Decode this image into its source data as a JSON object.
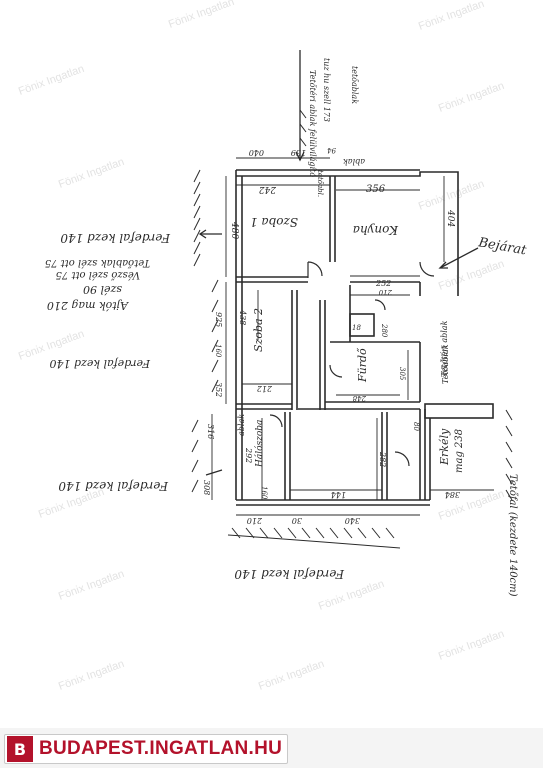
{
  "watermark_text": "Fönix Ingatlan",
  "site_logo": {
    "text": "BUDAPEST.INGATLAN.HU",
    "mark": "B",
    "color": "#b3122b"
  },
  "ink_color": "#2b2b2b",
  "rooms": {
    "szoba1": "Szoba 1",
    "konyha": "Konyha",
    "szoba2": "Szoba 2",
    "furdo": "Fürdő",
    "halo": "Hálószoba",
    "erkely": "Erkély",
    "erkely_height": "mag 238"
  },
  "labels": {
    "bejarat": "Bejárat",
    "ablak_top": "ablak",
    "ablak_left": "ablak",
    "fenyes_top": "Tetőtéri ablak felülvilágító",
    "fenyes_side": "Tetőtéri ablak",
    "tetoabl": "Tetőablak",
    "tetoabl2": "tetőabl.",
    "right_note": "Tetőfal (kezdete 140cm)",
    "top_note": "tuz hu szell 173",
    "top_note2": "tetőablak"
  },
  "notes_left": [
    "Ferdefal kezd 140",
    "Ajtók mag 210",
    "szél 90",
    "Vésző szél ott 75",
    "Tetőablak szél ott 75",
    "Ferdefal kezd 140",
    "Ferdefal kezd 140"
  ],
  "note_bottom": "Ferdefal kezd 140",
  "dims": {
    "d040": "040",
    "d139": "139",
    "d242_top": "242",
    "d356": "356",
    "d480": "480",
    "d404": "404",
    "d252": "252",
    "d925": "925",
    "d438": "438",
    "d160": "160",
    "d212": "212",
    "d352": "352",
    "d248": "248",
    "d210_a": "210",
    "d18": "18",
    "d280": "280",
    "d316": "316",
    "d292": "292",
    "d308": "308",
    "d160b": "160",
    "d210_b": "210",
    "d30": "30",
    "d340": "340",
    "d144": "144",
    "d282": "282",
    "d80": "80",
    "d305": "305",
    "d384": "384",
    "d94": "94"
  }
}
